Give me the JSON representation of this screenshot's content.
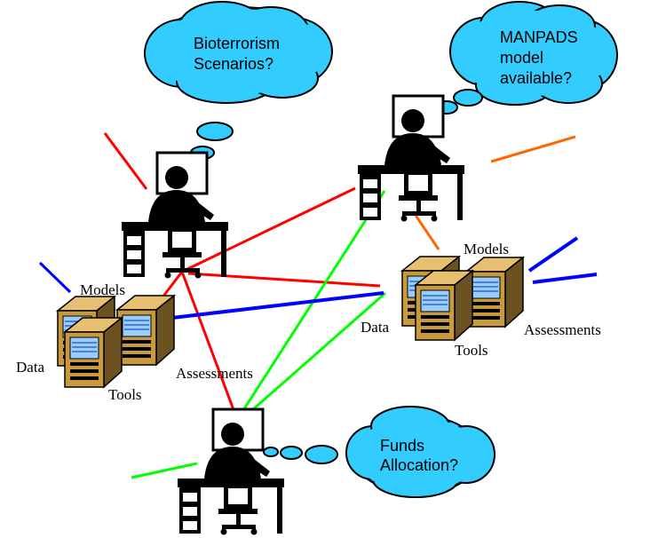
{
  "thoughts": {
    "bioterrorism": {
      "line1": "Bioterrorism",
      "line2": "Scenarios?"
    },
    "manpads": {
      "line1": "MANPADS",
      "line2": "model",
      "line3": "available?"
    },
    "funds": {
      "line1": "Funds",
      "line2": "Allocation?"
    }
  },
  "clusters": {
    "left": {
      "models": "Models",
      "data": "Data",
      "tools": "Tools",
      "assessments": "Assessments"
    },
    "right": {
      "models": "Models",
      "data": "Data",
      "tools": "Tools",
      "assessments": "Assessments"
    }
  },
  "colors": {
    "cloud_fill": "#33ccff",
    "red": "#ff0000",
    "green": "#00ff00",
    "blue": "#0000ff",
    "orange": "#ff6600",
    "screen": "#99ccff",
    "tower": "#c89a3c",
    "tower_dark": "#6b5220"
  }
}
